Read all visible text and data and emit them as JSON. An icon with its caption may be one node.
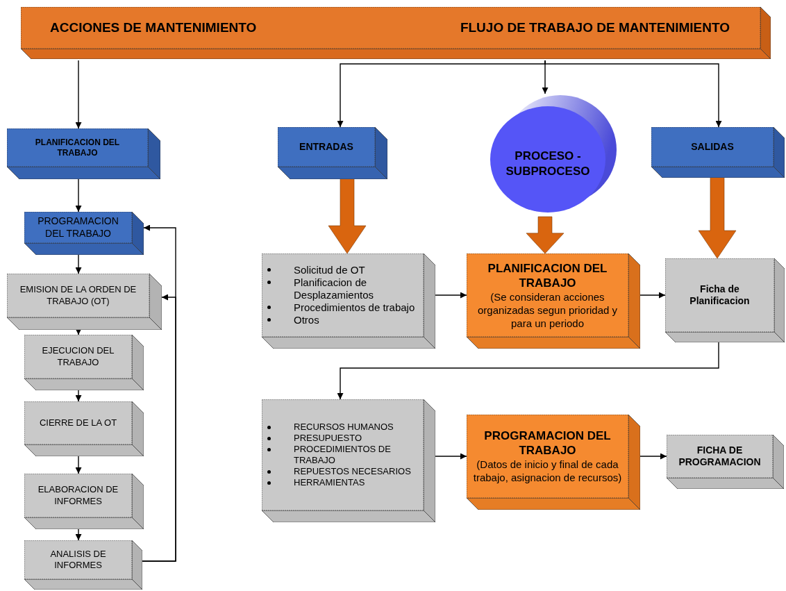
{
  "diagram": {
    "nodes": [
      {
        "text": [
          "ACCIONES DE MANTENIMIENTO",
          "FLUJO DE TRABAJO DE MANTENIMIENTO"
        ]
      },
      {
        "text": [
          "PLANIFICACION DEL TRABAJO"
        ]
      },
      {
        "text": [
          "PROGRAMACION DEL TRABAJO"
        ]
      },
      {
        "text": [
          "EMISION DE LA ORDEN DE TRABAJO (OT)"
        ]
      },
      {
        "text": [
          "EJECUCION DEL TRABAJO"
        ]
      },
      {
        "text": [
          "CIERRE DE LA OT"
        ]
      },
      {
        "text": [
          "ELABORACION DE INFORMES"
        ]
      },
      {
        "text": [
          "ANALISIS DE INFORMES"
        ]
      },
      {
        "text": [
          "ENTRADAS"
        ]
      },
      {
        "text": [
          "PROCESO - SUBPROCESO"
        ]
      },
      {
        "text": [
          "SALIDAS"
        ]
      },
      {
        "text": [
          "Solicitud de OT",
          "Planificacion de Desplazamientos",
          "Procedimientos de trabajo",
          "Otros"
        ]
      },
      {
        "text": [
          "PLANIFICACION DEL TRABAJO",
          "(Se consideran acciones organizadas segun prioridad y para un periodo"
        ]
      },
      {
        "text": [
          "Ficha de Planificacion"
        ]
      },
      {
        "text": [
          "RECURSOS HUMANOS",
          "PRESUPUESTO",
          "PROCEDIMIENTOS DE TRABAJO",
          "REPUESTOS NECESARIOS",
          "HERRAMIENTAS"
        ]
      },
      {
        "text": [
          "PROGRAMACION DEL TRABAJO",
          "(Datos de inicio y final de cada trabajo, asignacion de recursos)"
        ]
      },
      {
        "text": [
          "FICHA DE PROGRAMACION"
        ]
      }
    ],
    "edges": [
      {
        "from": 0,
        "to": 1,
        "arrow": "to"
      },
      {
        "from": 0,
        "to": 8,
        "arrow": "to"
      },
      {
        "from": 0,
        "to": 9,
        "arrow": "to"
      },
      {
        "from": 0,
        "to": 10,
        "arrow": "to"
      },
      {
        "from": 1,
        "to": 2,
        "arrow": "to"
      },
      {
        "from": 2,
        "to": 3,
        "arrow": "to"
      },
      {
        "from": 3,
        "to": 4,
        "arrow": "to"
      },
      {
        "from": 4,
        "to": 5,
        "arrow": "to"
      },
      {
        "from": 5,
        "to": 6,
        "arrow": "to"
      },
      {
        "from": 6,
        "to": 7,
        "arrow": "to"
      },
      {
        "from": 7,
        "to": 2,
        "arrow": "to"
      },
      {
        "from": 7,
        "to": 3,
        "arrow": "to"
      },
      {
        "from": 8,
        "to": 11,
        "arrow": "to",
        "style": "thick",
        "color": "#d9650f"
      },
      {
        "from": 9,
        "to": 12,
        "arrow": "to",
        "style": "thick",
        "color": "#d9650f"
      },
      {
        "from": 10,
        "to": 13,
        "arrow": "to",
        "style": "thick",
        "color": "#d9650f"
      },
      {
        "from": 11,
        "to": 12,
        "arrow": "to"
      },
      {
        "from": 12,
        "to": 13,
        "arrow": "to"
      },
      {
        "from": 13,
        "to": 14,
        "arrow": "to"
      },
      {
        "from": 14,
        "to": 15,
        "arrow": "to"
      },
      {
        "from": 15,
        "to": 16,
        "arrow": "to"
      }
    ]
  }
}
